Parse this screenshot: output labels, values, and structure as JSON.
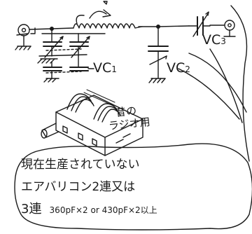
{
  "labels": {
    "vc1": "VC",
    "vc1_sub": "1",
    "vc2": "VC",
    "vc2_sub": "2",
    "vc3": "VC",
    "vc3_sub": "3",
    "device_note_line1": "昔の",
    "device_note_line2": "ラジオ用"
  },
  "callout": {
    "line1": "現在生産されていない",
    "line2": "エアバリコン2連又は",
    "line3_lead": "3連",
    "line3_spec": "360pF×2 or 430pF×2以上"
  },
  "ink_color": "#1a1a1a"
}
